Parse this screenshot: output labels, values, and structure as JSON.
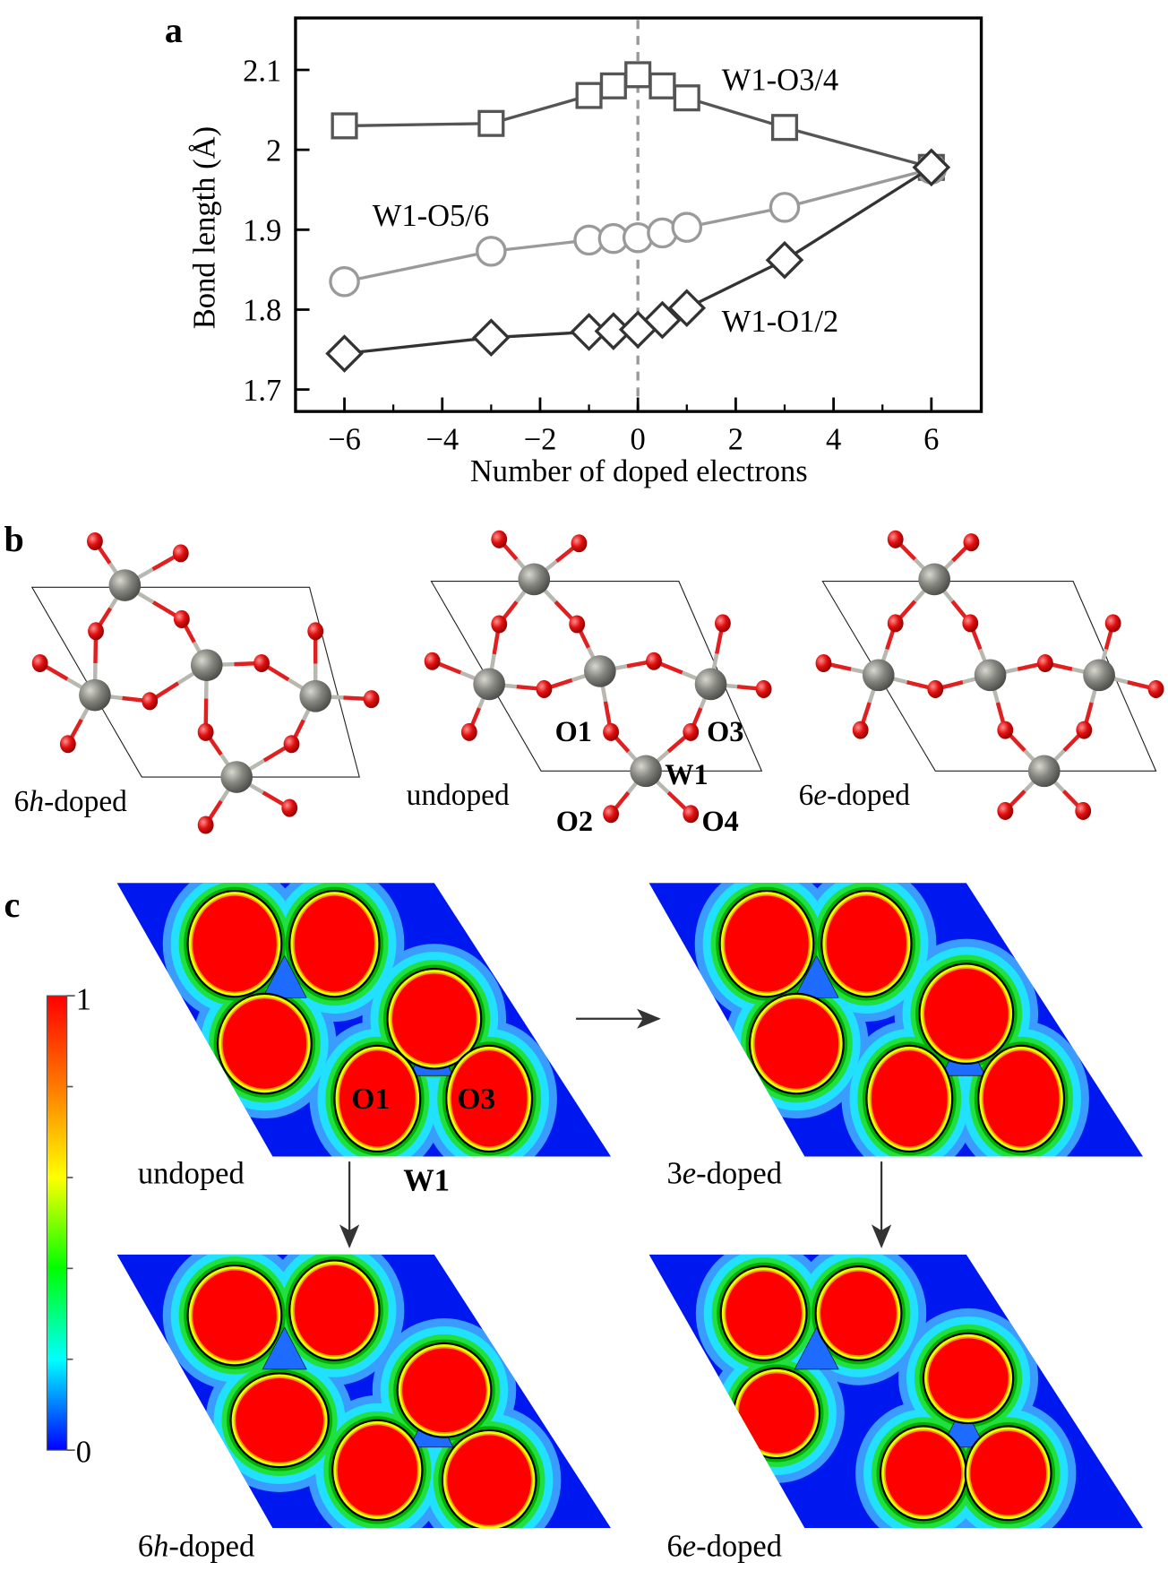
{
  "panel_labels": {
    "a": "a",
    "b": "b",
    "c": "c"
  },
  "chart_data": {
    "type": "line",
    "xlabel": "Number of doped electrons",
    "ylabel": "Bond length (Å)",
    "xlim": [
      -7,
      7
    ],
    "ylim": [
      1.67,
      2.17
    ],
    "xticks": [
      -6,
      -4,
      -2,
      0,
      2,
      4,
      6
    ],
    "xtick_labels": [
      "−6",
      "−4",
      "−2",
      "0",
      "2",
      "4",
      "6"
    ],
    "yticks": [
      1.7,
      1.8,
      1.9,
      2.0,
      2.1
    ],
    "ytick_labels": [
      "1.7",
      "1.8",
      "1.9",
      "2",
      "2.1"
    ],
    "grid": false,
    "reference_line": {
      "x": 0,
      "style": "dashed"
    },
    "x": [
      -6,
      -3,
      -1,
      -0.5,
      0,
      0.5,
      1,
      3,
      6
    ],
    "series": [
      {
        "name": "W1-O3/4",
        "marker": "square",
        "color": "#555555",
        "values": [
          2.03,
          2.033,
          2.068,
          2.08,
          2.094,
          2.08,
          2.065,
          2.028,
          1.978
        ]
      },
      {
        "name": "W1-O5/6",
        "marker": "circle",
        "color": "#9a9a9a",
        "values": [
          1.835,
          1.873,
          1.887,
          1.889,
          1.89,
          1.896,
          1.903,
          1.928,
          1.976
        ]
      },
      {
        "name": "W1-O1/2",
        "marker": "diamond",
        "color": "#333333",
        "values": [
          1.745,
          1.765,
          1.772,
          1.773,
          1.775,
          1.787,
          1.802,
          1.862,
          1.978
        ]
      }
    ]
  },
  "structures": {
    "labels": [
      {
        "prefix": "6",
        "italic": "h",
        "suffix": "-doped"
      },
      {
        "prefix": "undoped",
        "italic": "",
        "suffix": ""
      },
      {
        "prefix": "6",
        "italic": "e",
        "suffix": "-doped"
      }
    ],
    "atom_labels": {
      "O1": "O1",
      "O3": "O3",
      "W1": "W1",
      "O2": "O2",
      "O4": "O4"
    },
    "colors": {
      "W": "#808078",
      "O": "#e01010"
    }
  },
  "elf_maps": {
    "labels": [
      {
        "prefix": "undoped",
        "italic": "",
        "suffix": ""
      },
      {
        "prefix": "3",
        "italic": "e",
        "suffix": "-doped"
      },
      {
        "prefix": "6",
        "italic": "h",
        "suffix": "-doped"
      },
      {
        "prefix": "6",
        "italic": "e",
        "suffix": "-doped"
      }
    ],
    "atom_labels": {
      "O1": "O1",
      "O3": "O3",
      "W1": "W1"
    },
    "colorbar": {
      "max_label": "1",
      "min_label": "0",
      "colors": [
        "#ff0000",
        "#ff8000",
        "#ffff00",
        "#00ff00",
        "#00ffff",
        "#0000ff"
      ]
    }
  }
}
